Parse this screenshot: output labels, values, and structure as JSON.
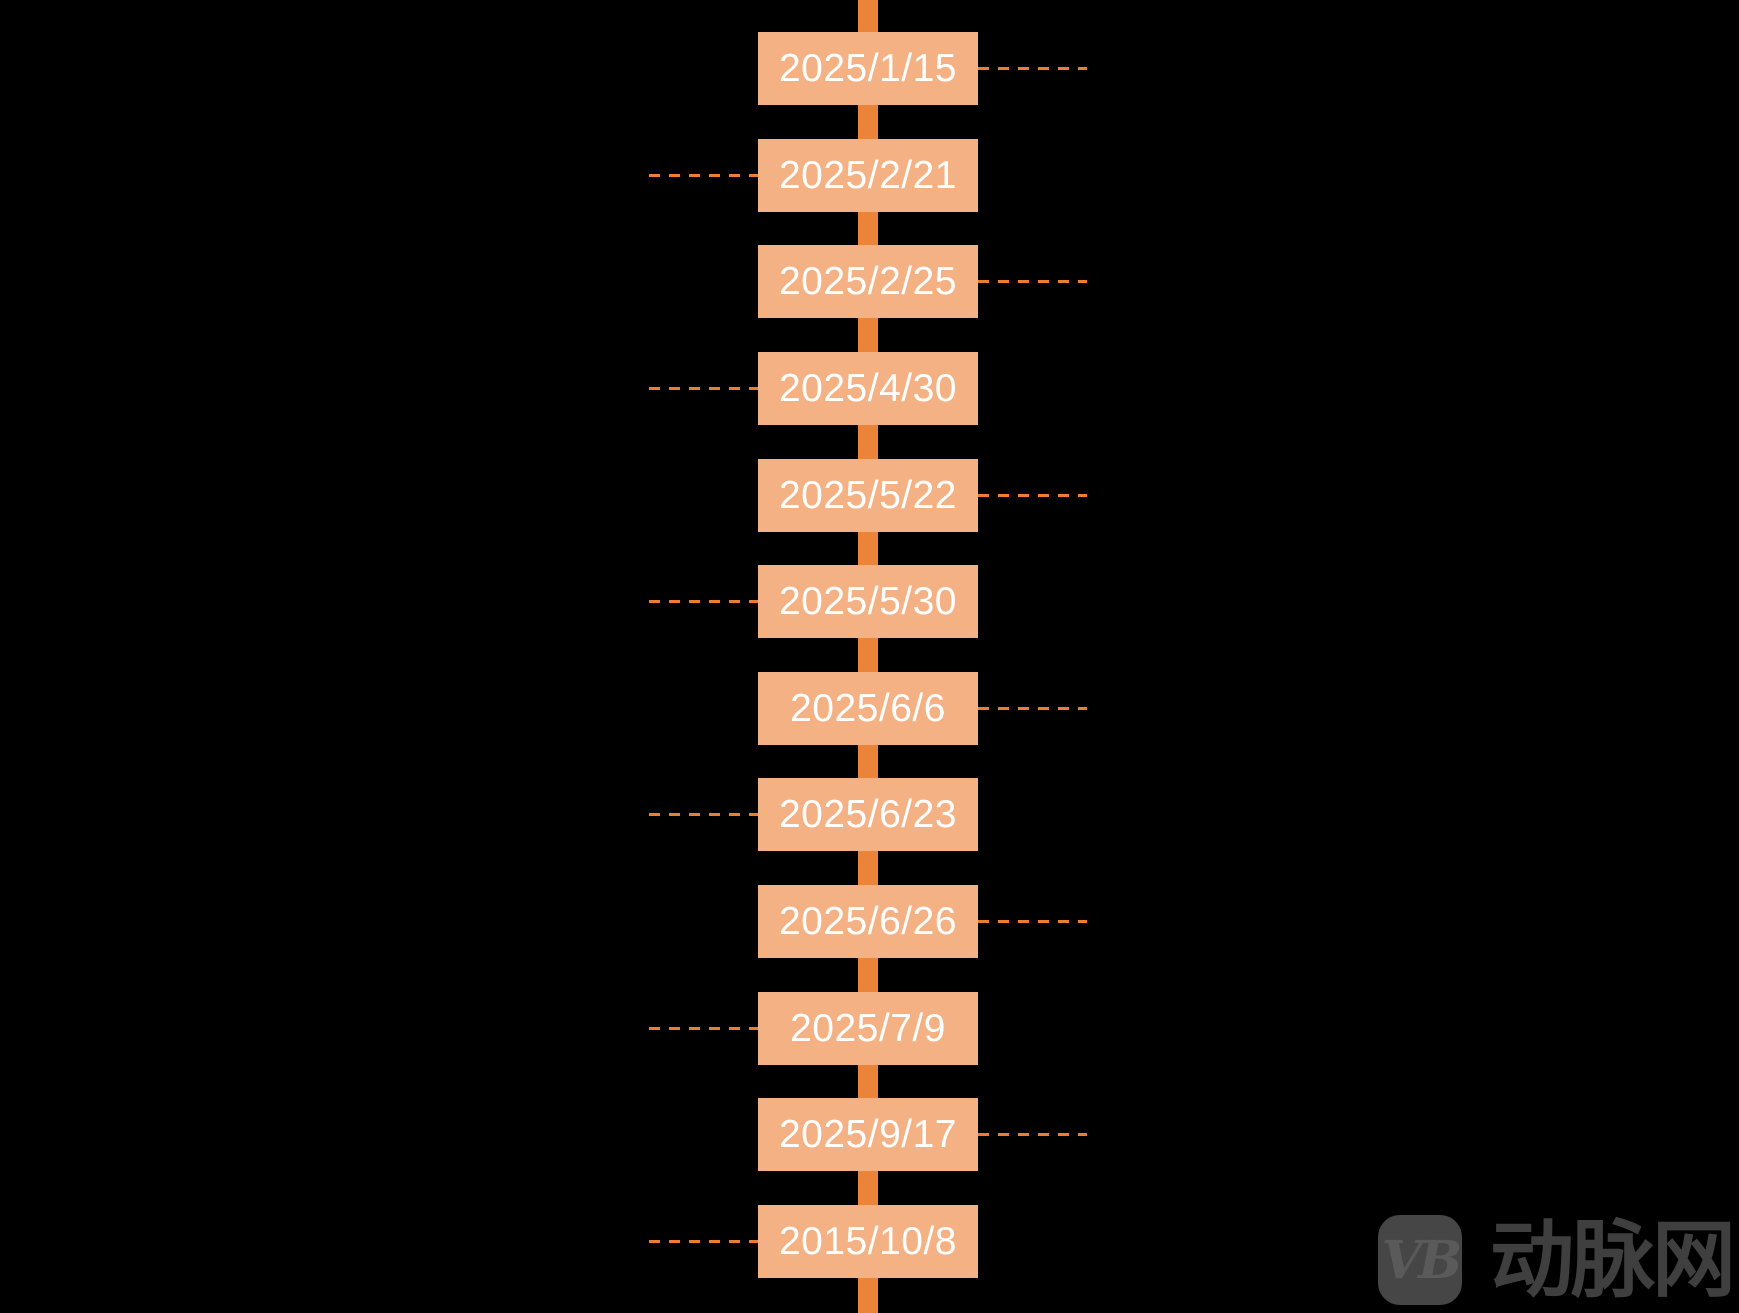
{
  "timeline": {
    "events": [
      {
        "label": "2025/1/15"
      },
      {
        "label": "2025/2/21"
      },
      {
        "label": "2025/2/25"
      },
      {
        "label": "2025/4/30"
      },
      {
        "label": "2025/5/22"
      },
      {
        "label": "2025/5/30"
      },
      {
        "label": "2025/6/6"
      },
      {
        "label": "2025/6/23"
      },
      {
        "label": "2025/6/26"
      },
      {
        "label": "2025/7/9"
      },
      {
        "label": "2025/9/17"
      },
      {
        "label": "2015/10/8"
      }
    ]
  },
  "watermark": {
    "logo_text": "VB",
    "brand_text": "动脉网"
  },
  "colors": {
    "background": "#000000",
    "axis": "#EB8438",
    "dash": "#ED7D31",
    "box_fill": "#F4B183",
    "box_text": "#FFFFFF",
    "watermark_box": "#464646",
    "watermark_mark": "#5A5A5A",
    "watermark_text": "#3F3F3F"
  }
}
